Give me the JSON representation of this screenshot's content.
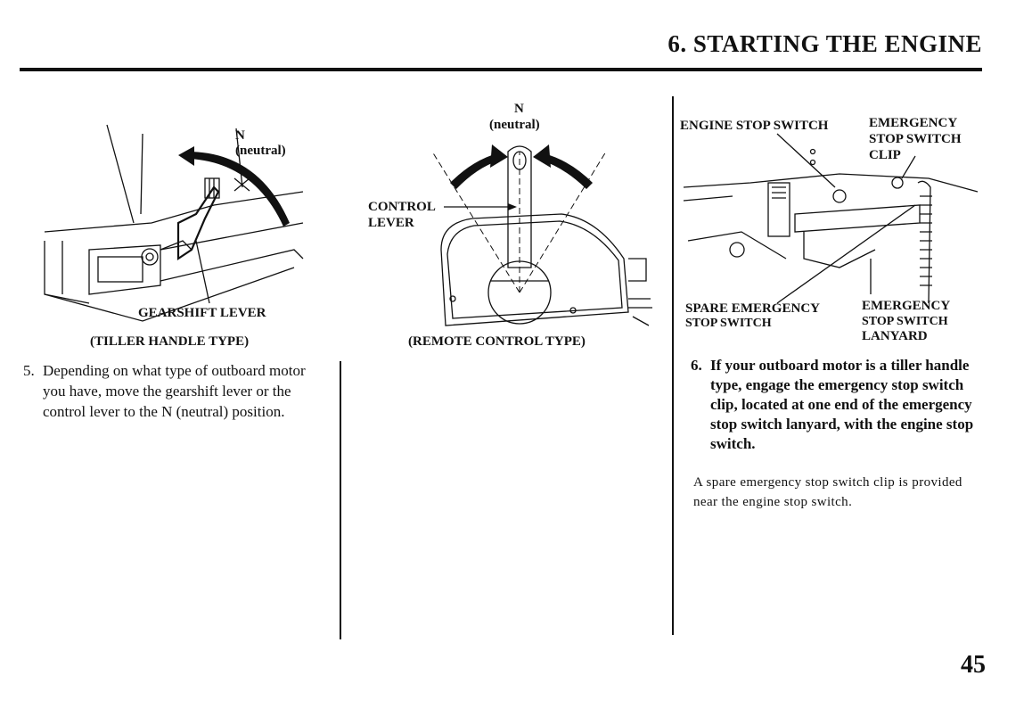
{
  "header": {
    "title": "6. STARTING THE ENGINE"
  },
  "figures": {
    "tiller": {
      "n_label": "N",
      "neutral_label": "(neutral)",
      "gearshift_label": "GEARSHIFT LEVER",
      "caption": "(TILLER HANDLE TYPE)"
    },
    "remote": {
      "n_label": "N",
      "neutral_label": "(neutral)",
      "control_label_line1": "CONTROL",
      "control_label_line2": "LEVER",
      "caption": "(REMOTE CONTROL TYPE)"
    },
    "stop_switch": {
      "engine_stop_switch": "ENGINE STOP SWITCH",
      "clip_line1": "EMERGENCY",
      "clip_line2": "STOP SWITCH",
      "clip_line3": "CLIP",
      "spare_line1": "SPARE EMERGENCY",
      "spare_line2": "STOP SWITCH",
      "lanyard_line1": "EMERGENCY",
      "lanyard_line2": "STOP SWITCH",
      "lanyard_line3": "LANYARD"
    }
  },
  "steps": {
    "step5_number": "5.",
    "step5_text": "Depending on what type of outboard motor you have, move the gearshift lever or the control lever to the N (neutral) position.",
    "step6_number": "6.",
    "step6_text": "If your outboard motor is a tiller handle type, engage the emergency stop switch clip, located at one end of the emergency stop switch lanyard, with the engine stop switch."
  },
  "note": "A spare emergency stop switch clip is provided near the engine stop switch.",
  "page_number": "45"
}
